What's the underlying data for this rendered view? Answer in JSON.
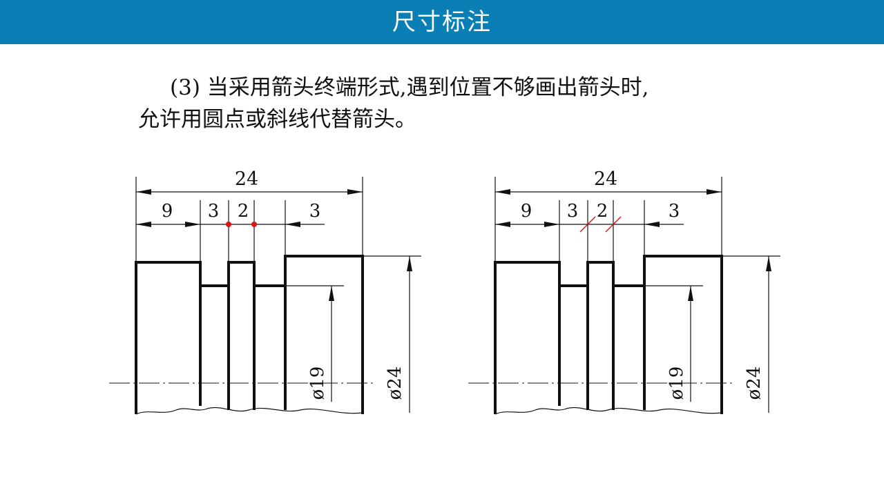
{
  "header": {
    "title": "尺寸标注"
  },
  "body": {
    "line1": "(3) 当采用箭头终端形式,遇到位置不够画出箭头时,",
    "line2": "允许用圆点或斜线代替箭头。"
  },
  "colors": {
    "header_bg": "#0a7fb5",
    "marker": "#dd1111"
  },
  "figures": [
    {
      "terminator": "dot",
      "overall_length": "24",
      "segments": [
        "9",
        "3",
        "2",
        "3"
      ],
      "small_diameter": "ø19",
      "large_diameter": "ø24"
    },
    {
      "terminator": "slash",
      "overall_length": "24",
      "segments": [
        "9",
        "3",
        "2",
        "3"
      ],
      "small_diameter": "ø19",
      "large_diameter": "ø24"
    }
  ]
}
